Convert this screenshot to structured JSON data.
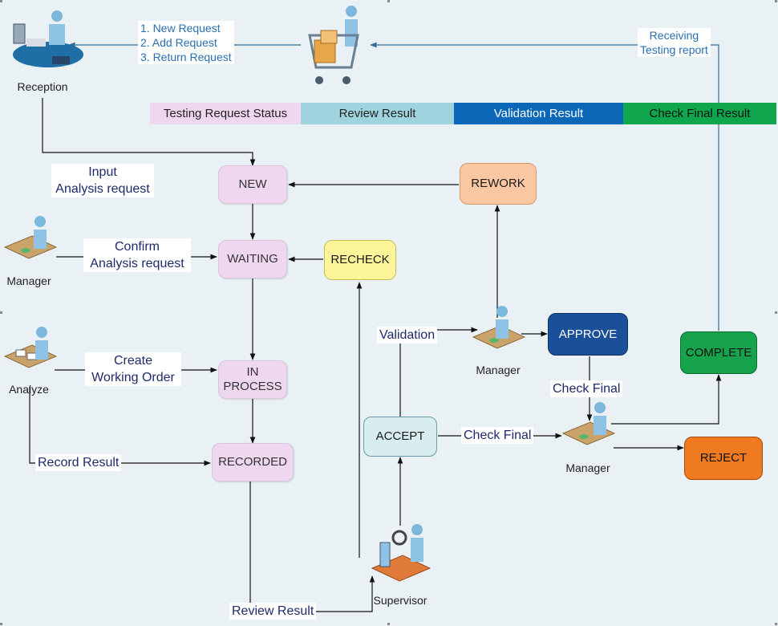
{
  "bands": [
    {
      "label": "Testing Request Status",
      "color": "#efd7ef",
      "text_color": "#222222"
    },
    {
      "label": "Review Result",
      "color": "#9fd4de",
      "text_color": "#222222"
    },
    {
      "label": "Validation Result",
      "color": "#0b67b8",
      "text_color": "#ffffff"
    },
    {
      "label": "Check Final Result",
      "color": "#0fa64e",
      "text_color": "#111111"
    }
  ],
  "request_labels": "1. New Request\n2. Add Request\n3. Return Request",
  "receiving_label": "Receiving\nTesting report",
  "roles": {
    "reception": "Reception",
    "manager_left": "Manager",
    "analyze": "Analyze",
    "manager_center": "Manager",
    "manager_right": "Manager",
    "supervisor": "Supervisor"
  },
  "statuses": {
    "new": "NEW",
    "waiting": "WAITING",
    "in_process": "IN\nPROCESS",
    "recorded": "RECORDED"
  },
  "nodes": {
    "rework": {
      "label": "REWORK",
      "color": "#f9c8a3"
    },
    "recheck": {
      "label": "RECHECK",
      "color": "#fcf59a"
    },
    "accept": {
      "label": "ACCEPT",
      "color": "#d8edf0"
    },
    "approve": {
      "label": "APPROVE",
      "color": "#1a4f9a"
    },
    "complete": {
      "label": "COMPLETE",
      "color": "#17a24c"
    },
    "reject": {
      "label": "REJECT",
      "color": "#f07a20"
    }
  },
  "edge_labels": {
    "input": "Input\nAnalysis request",
    "confirm": "Confirm\nAnalysis request",
    "create": "Create\nWorking Order",
    "record": "Record Result",
    "review": "Review Result",
    "validation": "Validation",
    "check_final_h": "Check Final",
    "check_final_v": "Check Final"
  }
}
